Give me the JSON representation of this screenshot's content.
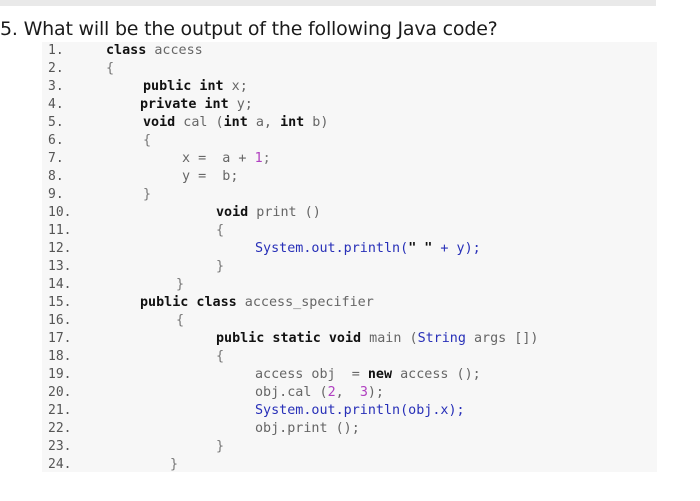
{
  "question": "5. What will be the output of the following Java code?",
  "line_numbers": [
    "1.",
    "2.",
    "3.",
    "4.",
    "5.",
    "6.",
    "7.",
    "8.",
    "9.",
    "10.",
    "11.",
    "12.",
    "13.",
    "14.",
    "15.",
    "16.",
    "17.",
    "18.",
    "19.",
    "20.",
    "21.",
    "22.",
    "23.",
    "24."
  ],
  "code": {
    "l1": {
      "kw": "class",
      "id": " access"
    },
    "l2": {
      "pun": "{"
    },
    "l3": {
      "kw1": "public",
      "kw2": " int",
      "id": " x;"
    },
    "l4": {
      "kw1": "private",
      "kw2": " int",
      "id": " y;"
    },
    "l5": {
      "kw1": "void",
      "id1": " cal (",
      "kw2": "int",
      "id2": " a, ",
      "kw3": "int",
      "id3": " b)"
    },
    "l6": {
      "pun": "{"
    },
    "l7": {
      "id": "x =  a + ",
      "num": "1",
      "pun": ";"
    },
    "l8": {
      "id": "y =  b;"
    },
    "l9": {
      "pun": "}"
    },
    "l10": {
      "kw": "void",
      "id": " print ()"
    },
    "l11": {
      "pun": "{"
    },
    "l12": {
      "a": "System.out.println(",
      "b": "\" \"",
      "c": " + y);"
    },
    "l13": {
      "pun": "}"
    },
    "l14": {
      "pun": "}"
    },
    "l15": {
      "kw1": "public",
      "kw2": " class",
      "id": " access_specifier"
    },
    "l16": {
      "pun": "{"
    },
    "l17": {
      "kw1": "public",
      "kw2": " static",
      "kw3": " void",
      "id1": " main (",
      "blue": "String",
      "id2": " args [])"
    },
    "l18": {
      "pun": "{"
    },
    "l19": {
      "id": "access obj  = ",
      "kw": "new",
      "id2": " access ();"
    },
    "l20": {
      "a": "obj.cal (",
      "n1": "2",
      "b": ",  ",
      "n2": "3",
      "c": ");"
    },
    "l21": {
      "a": "System.out.println(obj.x);"
    },
    "l22": {
      "a": "obj.print ();"
    },
    "l23": {
      "pun": "}"
    },
    "l24": {
      "pun": "}"
    }
  }
}
